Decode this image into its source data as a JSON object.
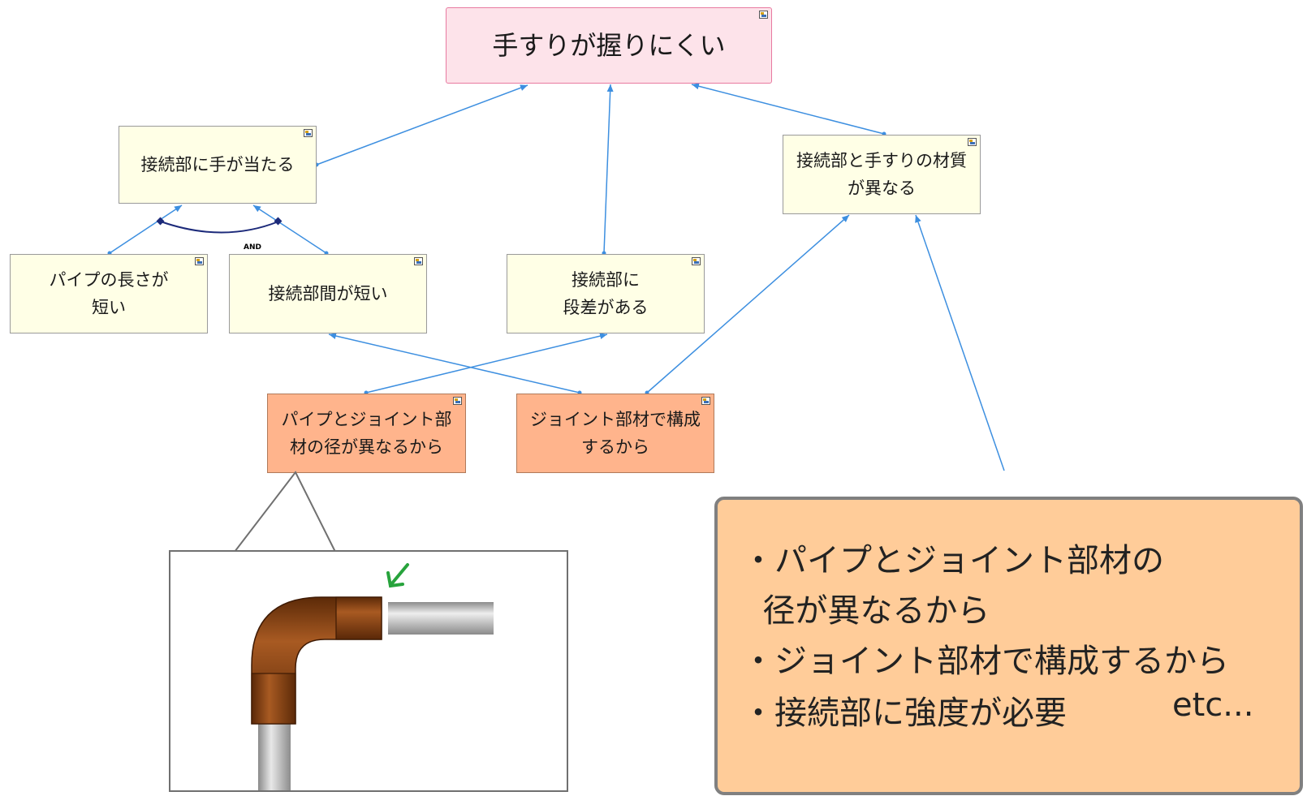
{
  "nodes": {
    "top": "手すりが握りにくい",
    "contact": "接続部に手が当たる",
    "material": "接続部と手すりの材質\nが異なる",
    "pipe_length": "パイプの長さが\n短い",
    "short_interval": "接続部間が短い",
    "step": "接続部に\n段差がある",
    "diameter_cause": "パイプとジョイント部\n材の径が異なるから",
    "joint_cause": "ジョイント部材で構成\nするから"
  },
  "and_label": "AND",
  "callout": {
    "line1": "・パイプとジョイント部材の",
    "line2": "  径が異なるから",
    "line3": "・ジョイント部材で構成するから",
    "line4": "・接続部に強度が必要",
    "etc": "etc..."
  },
  "colors": {
    "top_fill": "#fde3ea",
    "node_fill": "#ffffe6",
    "cause_fill": "#ffb48c",
    "edge": "#3d8fe0",
    "callout_fill": "#ffcc99",
    "pipe_brown": "#7a3b12",
    "pipe_gray": "#b5b5b5",
    "arrow_green": "#27a33c"
  },
  "icons": [
    "node-icon",
    "green-arrow-icon"
  ]
}
